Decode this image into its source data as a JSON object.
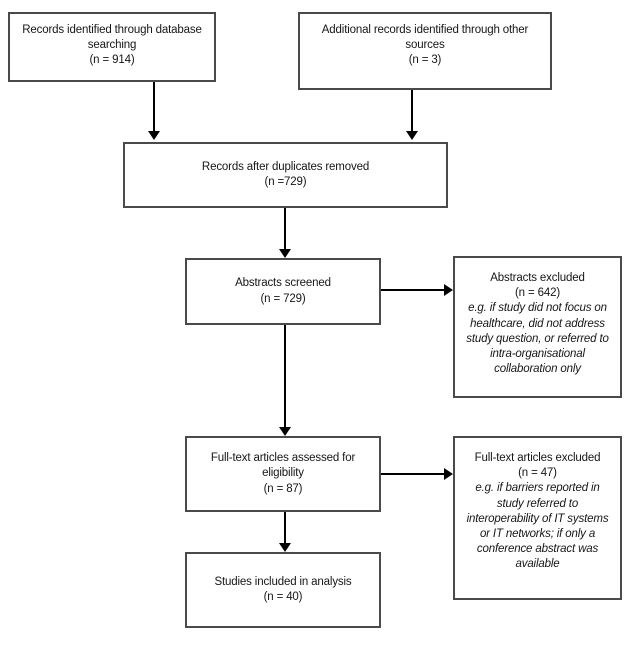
{
  "diagram": {
    "type": "prisma-flow-diagram",
    "title": "PRISMA study selection flow diagram",
    "background_color": "#ffffff",
    "box_border_color": "#4a4a4a",
    "arrow_color": "#000000",
    "text_color": "#161616"
  },
  "nodes": [
    {
      "id": "records-identified-database",
      "name": "records-identified-through-database-searching",
      "lines": [
        "Records identified through database",
        "searching",
        "(n = 914)"
      ],
      "count_label": "(n = 914)",
      "count": 914
    },
    {
      "id": "records-identified-other",
      "name": "additional-records-identified-through-other-sources",
      "lines": [
        "Additional records identified through other",
        "sources",
        "(n = 3)"
      ],
      "count_label": "(n = 3)",
      "count": 3
    },
    {
      "id": "records-after-duplicates",
      "name": "records-after-duplicates-removed",
      "lines": [
        "Records after duplicates removed",
        "(n =729)"
      ],
      "count_label": "(n =729)",
      "count": 729
    },
    {
      "id": "abstracts-screened",
      "name": "abstracts-screened",
      "lines": [
        "Abstracts screened",
        "(n = 729)"
      ],
      "count_label": "(n = 729)",
      "count": 729
    },
    {
      "id": "abstracts-excluded",
      "name": "abstracts-excluded",
      "lines": [
        "Abstracts excluded",
        "(n = 642)"
      ],
      "count_label": "(n = 642)",
      "count": 642,
      "note": "e.g. if study did not focus on healthcare, did not address study question, or referred to intra-organisational collaboration only"
    },
    {
      "id": "fulltext-assessed",
      "name": "full-text-articles-assessed-for-eligibility",
      "lines": [
        "Full-text articles assessed for",
        "eligibility",
        "(n = 87)"
      ],
      "count_label": "(n = 87)",
      "count": 87
    },
    {
      "id": "fulltext-excluded",
      "name": "full-text-articles-excluded",
      "lines": [
        "Full-text articles excluded",
        "(n = 47)"
      ],
      "count_label": "(n = 47)",
      "count": 47,
      "note": "e.g. if barriers reported in study referred to interoperability of IT systems or IT networks; if only a conference abstract was available"
    },
    {
      "id": "studies-included",
      "name": "studies-included-in-analysis",
      "lines": [
        "Studies included in analysis",
        "(n = 40)"
      ],
      "count_label": "(n = 40)",
      "count": 40
    }
  ],
  "edges": [
    {
      "from": "records-identified-database",
      "to": "records-after-duplicates",
      "direction": "down"
    },
    {
      "from": "records-identified-other",
      "to": "records-after-duplicates",
      "direction": "down"
    },
    {
      "from": "records-after-duplicates",
      "to": "abstracts-screened",
      "direction": "down"
    },
    {
      "from": "abstracts-screened",
      "to": "abstracts-excluded",
      "direction": "right"
    },
    {
      "from": "abstracts-screened",
      "to": "fulltext-assessed",
      "direction": "down"
    },
    {
      "from": "fulltext-assessed",
      "to": "fulltext-excluded",
      "direction": "right"
    },
    {
      "from": "fulltext-assessed",
      "to": "studies-included",
      "direction": "down"
    }
  ]
}
